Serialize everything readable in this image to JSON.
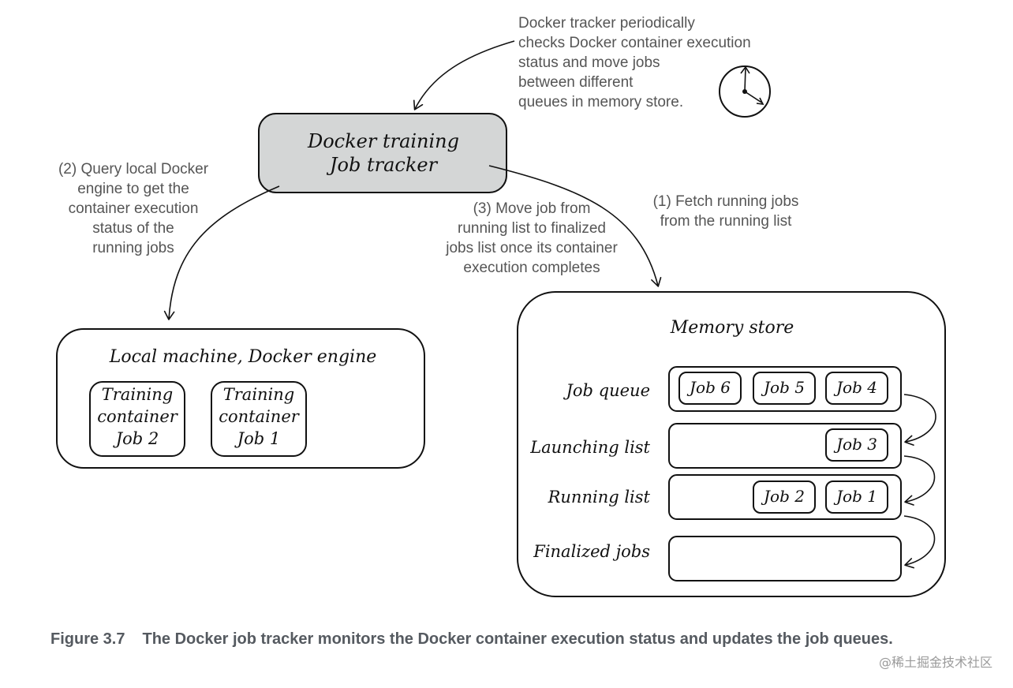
{
  "notes": {
    "tracker_note": [
      "Docker tracker periodically",
      "checks Docker container execution",
      "status and move jobs",
      "between different",
      "queues in memory store."
    ],
    "query_note": [
      "(2) Query local Docker",
      "engine to get the",
      "container execution",
      "status of the",
      "running jobs"
    ],
    "move_note": [
      "(3) Move job from",
      "running list to finalized",
      "jobs list once its container",
      "execution completes"
    ],
    "fetch_note": [
      "(1) Fetch running jobs",
      "from the running list"
    ]
  },
  "tracker": {
    "lines": [
      "Docker training",
      "Job tracker"
    ],
    "fill": "#d4d6d6"
  },
  "engine": {
    "title": "Local machine, Docker engine",
    "containers": [
      {
        "lines": [
          "Training",
          "container",
          "Job 2"
        ]
      },
      {
        "lines": [
          "Training",
          "container",
          "Job 1"
        ]
      }
    ]
  },
  "memory_store": {
    "title": "Memory store",
    "rows": [
      {
        "label": "Job queue",
        "jobs": [
          "Job 6",
          "Job 5",
          "Job 4"
        ]
      },
      {
        "label": "Launching list",
        "jobs": [
          "Job 3"
        ]
      },
      {
        "label": "Running list",
        "jobs": [
          "Job 2",
          "Job 1"
        ]
      },
      {
        "label": "Finalized jobs",
        "jobs": []
      }
    ]
  },
  "caption": {
    "number": "Figure 3.7",
    "text": "The Docker job tracker monitors the Docker container execution status and updates the job queues."
  },
  "watermark": "@稀土掘金技术社区",
  "icons": {
    "clock": "clock-icon"
  }
}
